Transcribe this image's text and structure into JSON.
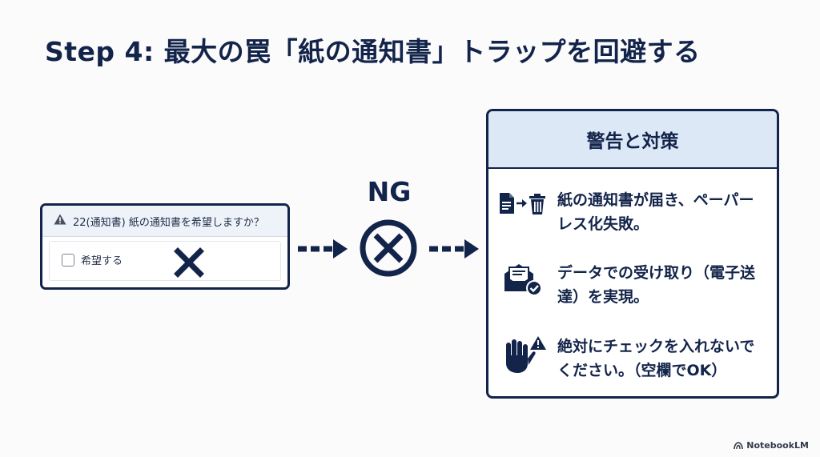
{
  "title": "Step 4: 最大の罠「紙の通知書」トラップを回避する",
  "form": {
    "question": "22(通知書) 紙の通知書を希望しますか？",
    "checkbox_label": "希望する",
    "checked": false,
    "warning_icon": "warning-triangle-icon",
    "mark_icon": "x-mark-icon"
  },
  "ng_label": "NG",
  "panel": {
    "header": "警告と対策",
    "items": [
      {
        "icon": "document-to-trash-icon",
        "text": "紙の通知書が届き、ペーパーレス化失敗。"
      },
      {
        "icon": "envelope-check-icon",
        "text": "データでの受け取り（電子送達）を実現。"
      },
      {
        "icon": "hand-warning-icon",
        "text": "絶対にチェックを入れないでください。（空欄でOK）"
      }
    ]
  },
  "brand": "NotebookLM",
  "colors": {
    "navy": "#13244a",
    "panel_header": "#dde8f6",
    "form_header": "#eef3fa",
    "background": "#fbfbfc"
  }
}
